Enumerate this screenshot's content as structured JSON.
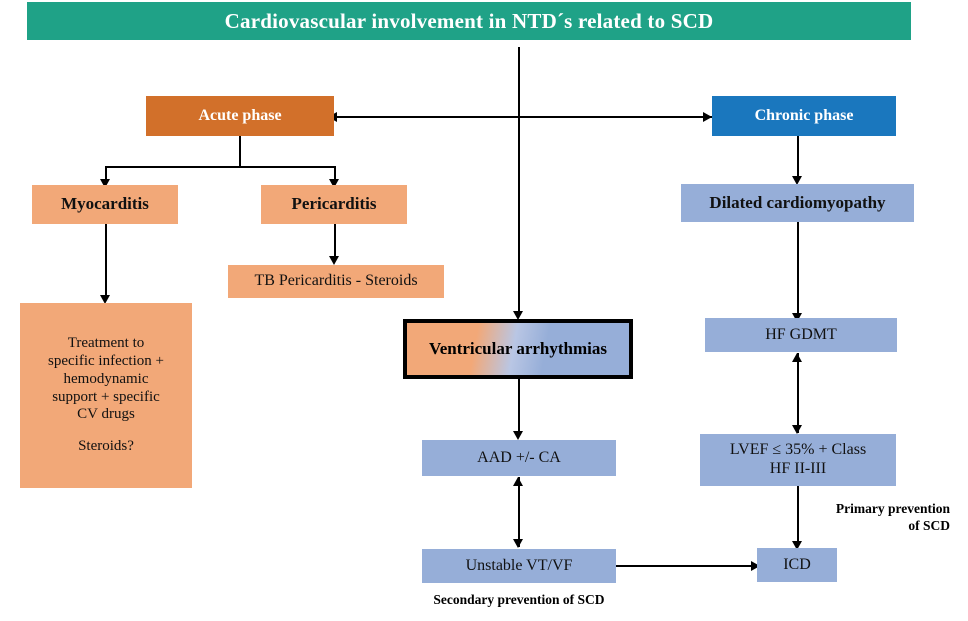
{
  "diagram": {
    "title": "Cardiovascular involvement in NTD´s related to SCD",
    "colors": {
      "banner_green": "#1fa287",
      "acute_orange": "#d2702a",
      "chronic_blue": "#1a77be",
      "peach": "#f2a878",
      "light_blue": "#96aed8",
      "connector_black": "#000000"
    },
    "nodes": {
      "acute_phase": "Acute phase",
      "chronic_phase": "Chronic phase",
      "myocarditis": "Myocarditis",
      "pericarditis": "Pericarditis",
      "tb_pericarditis": "TB Pericarditis - Steroids",
      "treatment_line1": "Treatment to",
      "treatment_line2": "specific infection +",
      "treatment_line3": "hemodynamic",
      "treatment_line4": "support + specific",
      "treatment_line5": "CV drugs",
      "treatment_line6": "Steroids?",
      "ventricular_arrhythmias": "Ventricular arrhythmias",
      "aad_ca": "AAD +/- CA",
      "unstable_vt_vf": "Unstable VT/VF",
      "dilated_cardiomyopathy": "Dilated cardiomyopathy",
      "hf_gdmt": "HF GDMT",
      "lvef_line1": "LVEF ≤ 35% + Class",
      "lvef_line2": "HF II-III",
      "icd": "ICD"
    },
    "annotations": {
      "primary_prevention_line1": "Primary  prevention",
      "primary_prevention_line2": "of SCD",
      "secondary_prevention": "Secondary prevention  of SCD"
    }
  }
}
